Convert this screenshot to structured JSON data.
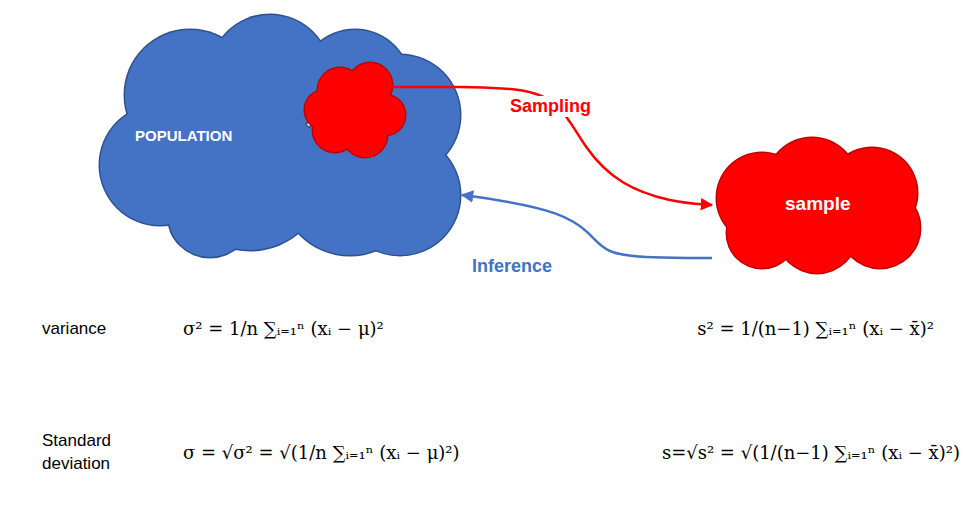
{
  "diagram": {
    "nodes": [
      {
        "text": [
          "POPULATION"
        ]
      },
      {
        "text": [
          "sample"
        ]
      }
    ],
    "edges": [
      {
        "from": 0,
        "to": 1,
        "arrow": "to",
        "label": "Sampling"
      },
      {
        "from": 1,
        "to": 0,
        "arrow": "to",
        "label": "Inference"
      }
    ],
    "labels": [
      "variance",
      "σ² = 1/n ∑ᵢ₌₁ⁿ (xᵢ − μ)²",
      "s² = 1/(n−1) ∑ᵢ₌₁ⁿ (xᵢ − x̄)²",
      "Standard deviation",
      "σ = √σ² = √(1/n ∑ᵢ₌₁ⁿ (xᵢ − μ)²)",
      "s=√s² = √(1/(n−1) ∑ᵢ₌₁ⁿ (xᵢ − x̄)²)"
    ]
  }
}
